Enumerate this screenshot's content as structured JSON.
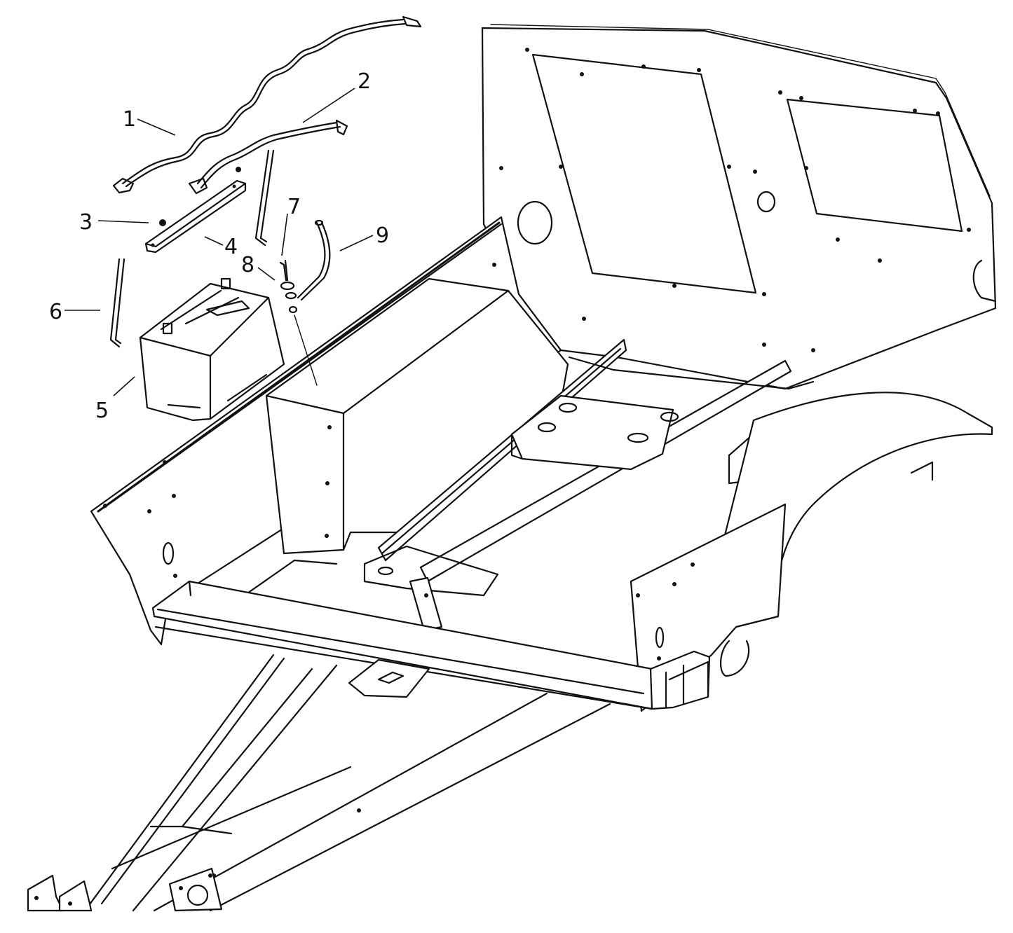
{
  "callouts": [
    {
      "id": "c1",
      "label": "1"
    },
    {
      "id": "c2",
      "label": "2"
    },
    {
      "id": "c3",
      "label": "3"
    },
    {
      "id": "c4",
      "label": "4"
    },
    {
      "id": "c5",
      "label": "5"
    },
    {
      "id": "c6",
      "label": "6"
    },
    {
      "id": "c7",
      "label": "7"
    },
    {
      "id": "c8",
      "label": "8"
    },
    {
      "id": "c9",
      "label": "9"
    }
  ],
  "colors": {
    "line": "#111111",
    "background": "#ffffff"
  }
}
